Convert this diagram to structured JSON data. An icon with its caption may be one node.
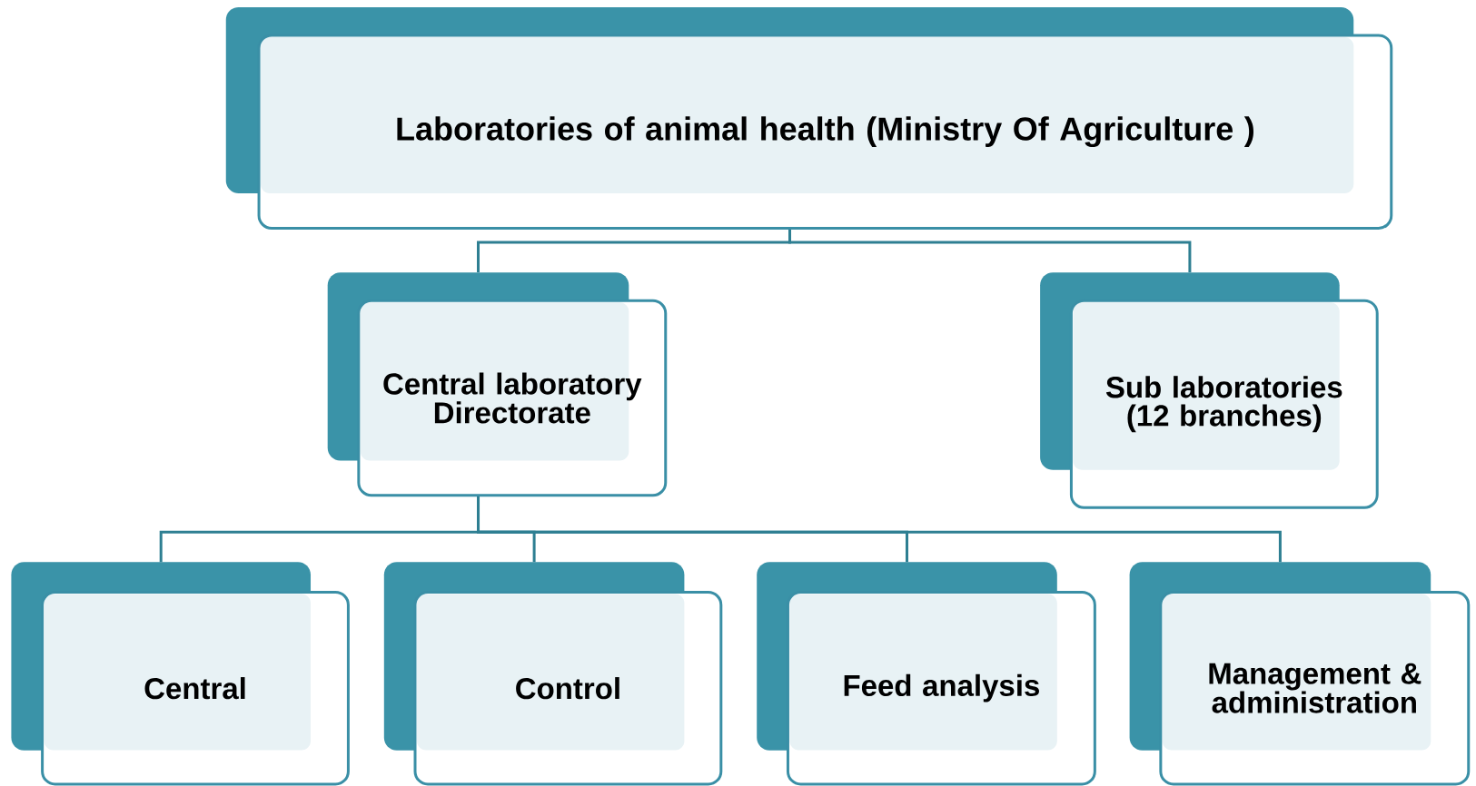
{
  "diagram": {
    "nodes": [
      {
        "text": [
          "Laboratories of animal health (Ministry Of  Agriculture )"
        ]
      },
      {
        "text": [
          "Central laboratory Directorate"
        ]
      },
      {
        "text": [
          "Sub laboratories",
          "(12 branches)"
        ]
      },
      {
        "text": [
          "Central"
        ]
      },
      {
        "text": [
          "Control"
        ]
      },
      {
        "text": [
          "Feed analysis"
        ]
      },
      {
        "text": [
          "Management & administration"
        ]
      }
    ],
    "edges": [
      {
        "from": 0,
        "to": 1,
        "arrow": "none"
      },
      {
        "from": 0,
        "to": 2,
        "arrow": "none"
      },
      {
        "from": 1,
        "to": 3,
        "arrow": "none"
      },
      {
        "from": 1,
        "to": 4,
        "arrow": "none"
      },
      {
        "from": 1,
        "to": 5,
        "arrow": "none"
      },
      {
        "from": 1,
        "to": 6,
        "arrow": "none"
      }
    ]
  }
}
